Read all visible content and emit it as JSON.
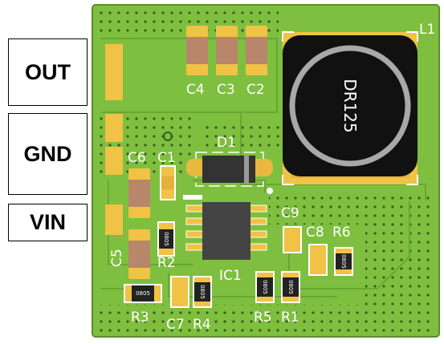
{
  "connectors": [
    "OUT",
    "GND",
    "VIN"
  ],
  "inductor": {
    "ref": "L1",
    "part": "DR125"
  },
  "diode": {
    "ref": "D1"
  },
  "ic": {
    "ref": "IC1"
  },
  "capacitors": [
    "C1",
    "C2",
    "C3",
    "C4",
    "C5",
    "C6",
    "C7",
    "C8",
    "C9"
  ],
  "resistors": [
    "R1",
    "R2",
    "R3",
    "R4",
    "R5",
    "R6"
  ],
  "package_label": "0805",
  "colors": {
    "board": "#7fbf3f",
    "silkscreen": "#ffffff",
    "pad": "#f0c245",
    "mask_dark": "#4f8a2a"
  }
}
